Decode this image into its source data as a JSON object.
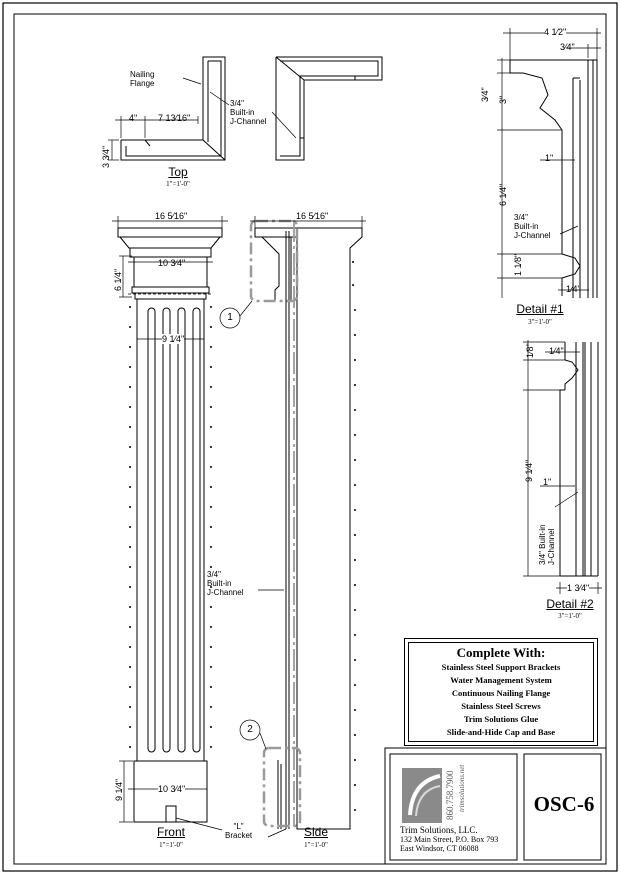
{
  "top_view": {
    "title": "Top",
    "scale": "1\"=1'-0\"",
    "nailing_flange": "Nailing\nFlange",
    "jchannel": "3/4\"\nBuilt-in\nJ-Channel",
    "dim_4": "4\"",
    "dim_7": "7 13⁄16\"",
    "dim_3": "3 3⁄4\""
  },
  "front_view": {
    "title": "Front",
    "scale": "1\"=1'-0\"",
    "dim_cap_width": "16 5⁄16\"",
    "dim_neck": "10 3⁄4\"",
    "dim_cap_height": "6 1⁄4\"",
    "dim_shaft": "9 1⁄4\"",
    "dim_base_width": "10 3⁄4\"",
    "dim_base_height": "9 1⁄4\"",
    "bracket_label": "\"L\"\nBracket"
  },
  "side_view": {
    "title": "Side",
    "scale": "1\"=1'-0\"",
    "dim_cap_width": "16 5⁄16\"",
    "jchannel": "3/4\"\nBuilt-in\nJ-Channel",
    "callout_1": "1",
    "callout_2": "2"
  },
  "detail1": {
    "title": "Detail #1",
    "scale": "3\"=1'-0\"",
    "dim_4half": "4 1⁄2\"",
    "dim_3q_top": "3⁄4\"",
    "dim_3q_left": "3⁄4\"",
    "dim_3": "3\"",
    "dim_1": "1\"",
    "dim_6": "6 1⁄4\"",
    "dim_1_8": "1 1⁄8\"",
    "dim_quarter": "1⁄4\"",
    "jchannel": "3/4\"\nBuilt-in\nJ-Channel"
  },
  "detail2": {
    "title": "Detail #2",
    "scale": "3\"=1'-0\"",
    "dim_1_8": "1⁄8\"",
    "dim_quarter": "1⁄4\"",
    "dim_9": "9 1⁄4\"",
    "dim_1": "1\"",
    "dim_1_3": "1 3⁄4\"",
    "jchannel": "3/4\" Built-in\nJ-Channel"
  },
  "complete_with": {
    "heading": "Complete With:",
    "items": [
      "Stainless Steel Support Brackets",
      "Water Management System",
      "Continuous Nailing Flange",
      "Stainless Steel Screws",
      "Trim Solutions Glue",
      "Slide-and-Hide Cap and Base"
    ]
  },
  "title_block": {
    "phone": "860.758.7900",
    "website": "trimsolutions.net",
    "company": "Trim Solutions, LLC.",
    "address1": "132 Main Street, P.O. Box 793",
    "address2": "East Windsor, CT 06088",
    "code": "OSC-6"
  },
  "colors": {
    "line": "#000000",
    "callout_gray": "#9a9a9a",
    "logo_gray": "#8a8a8a"
  }
}
